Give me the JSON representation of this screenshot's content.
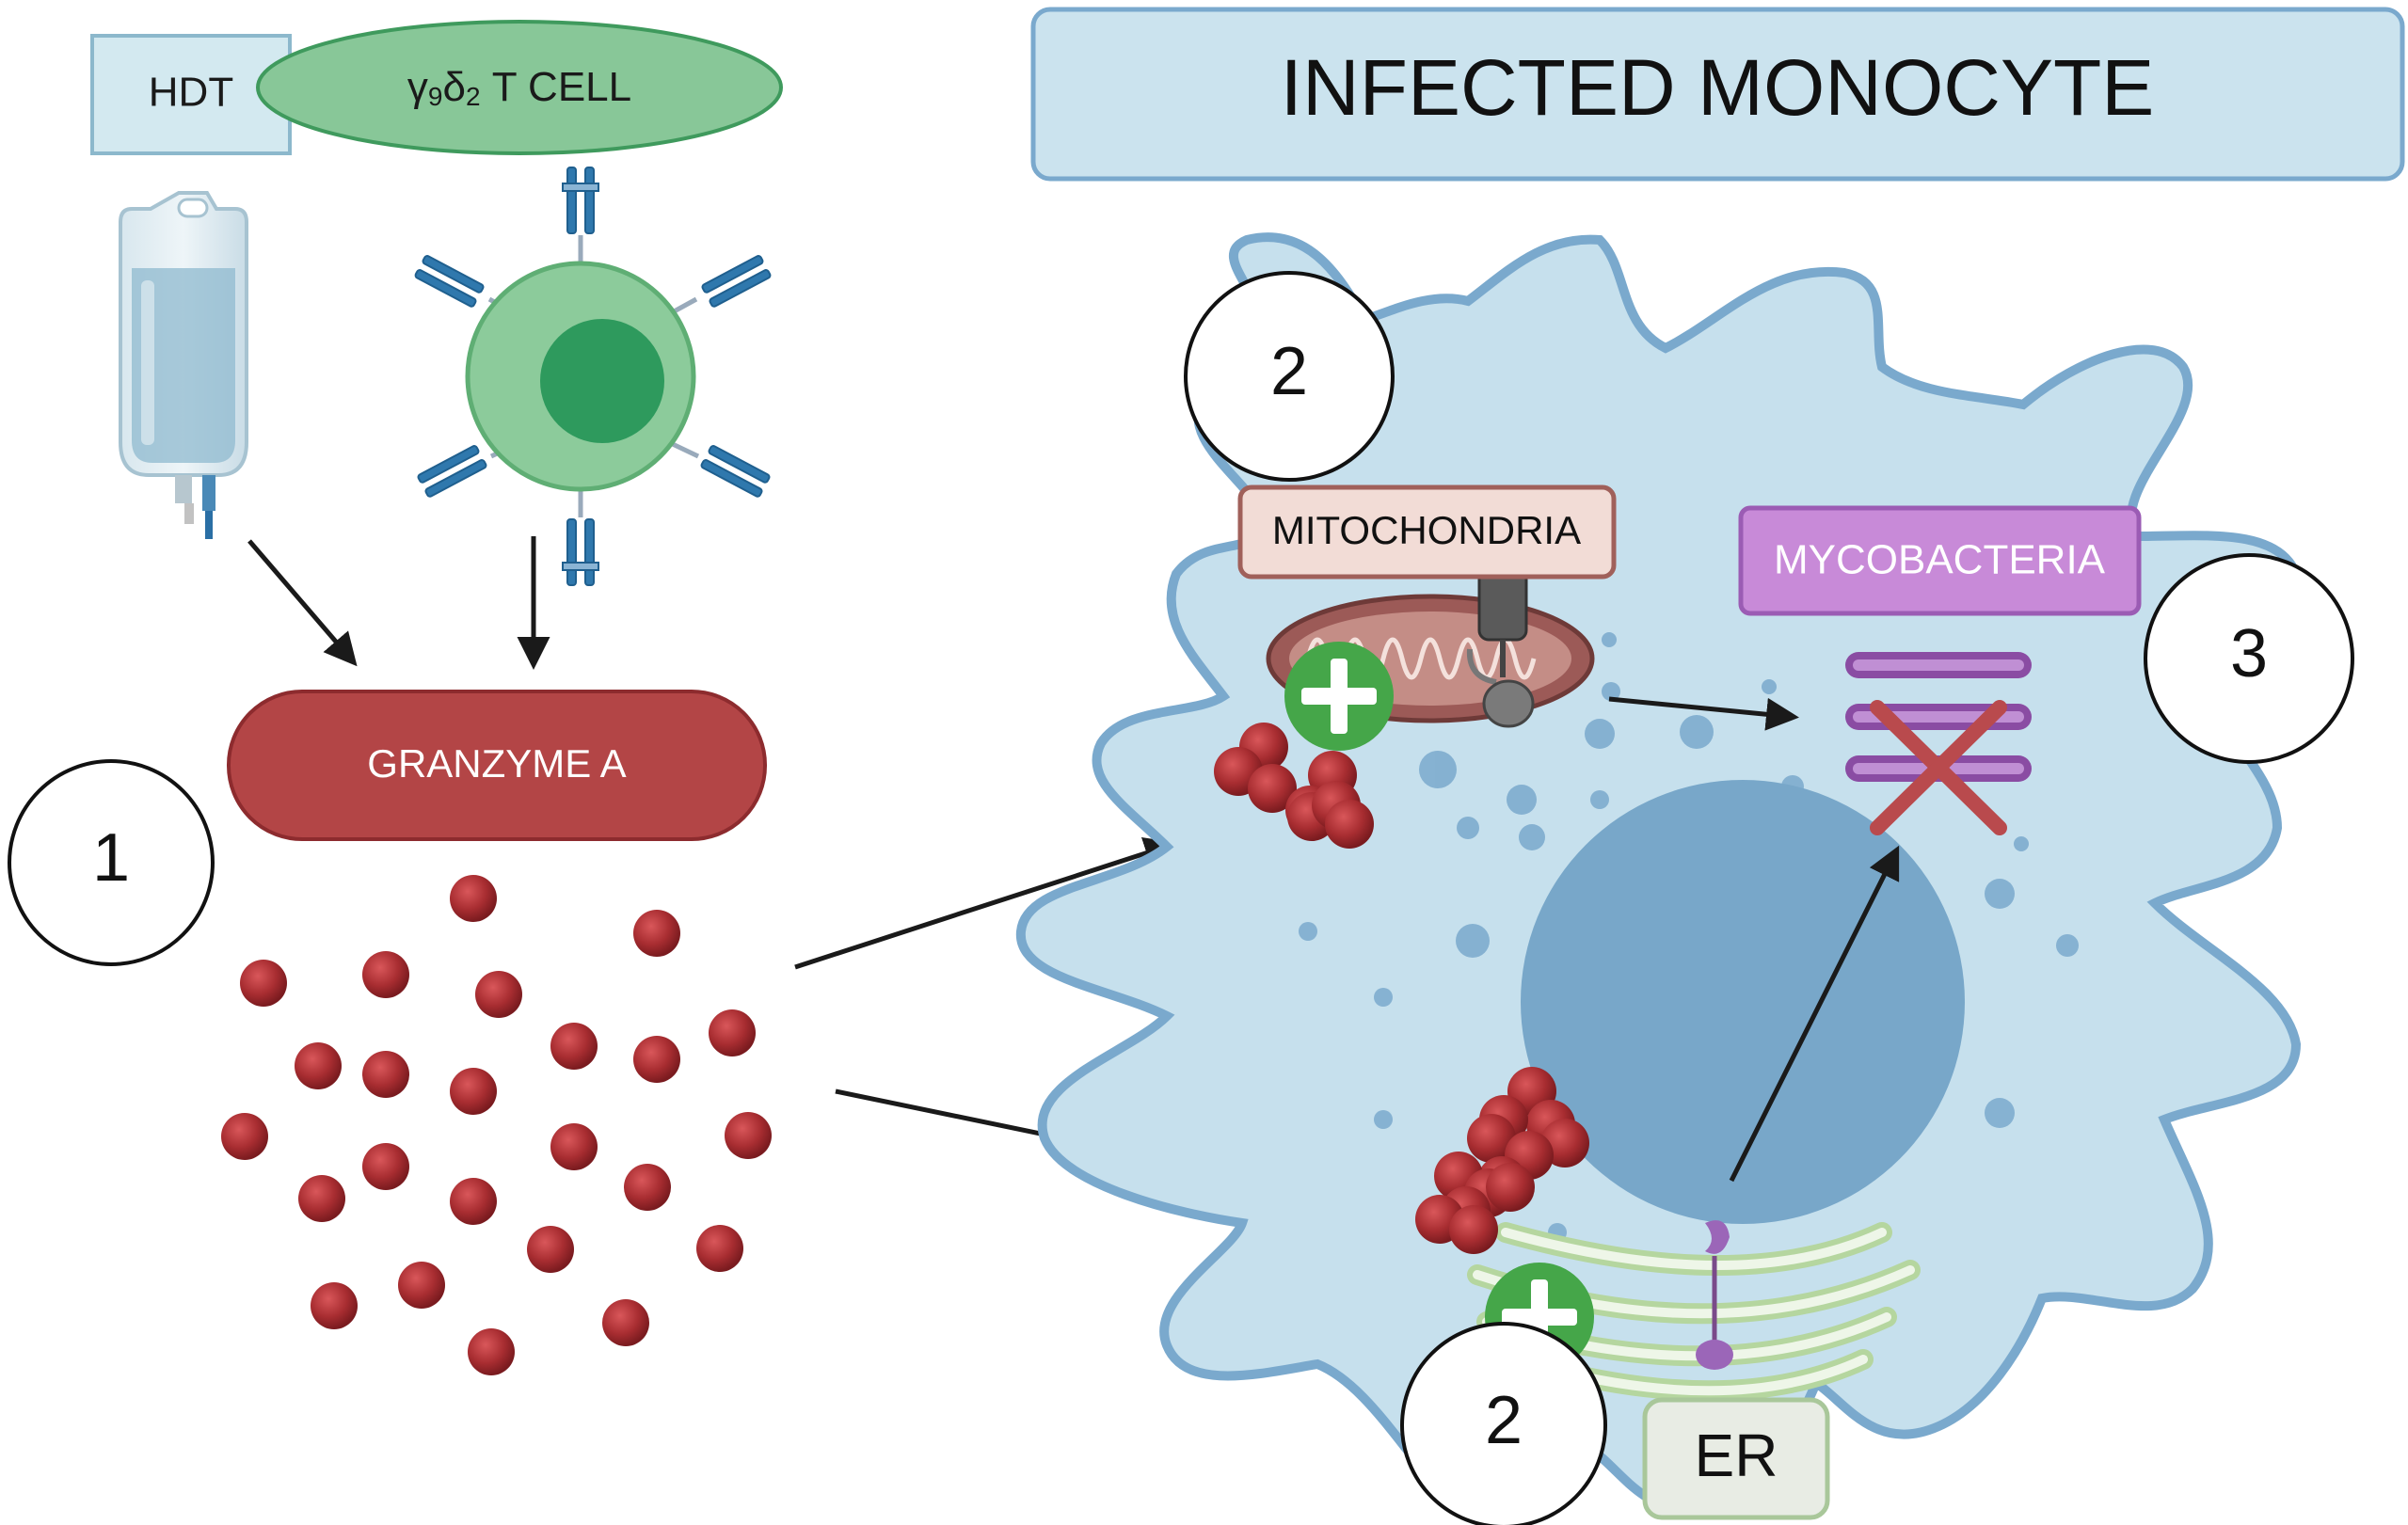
{
  "labels": {
    "hdt": "HDT",
    "t_cell_gamma": "γ",
    "t_cell_gamma_sub": "9",
    "t_cell_delta": "δ",
    "t_cell_delta_sub": "2",
    "t_cell_rest": " T CELL",
    "granzyme": "GRANZYME A",
    "infected_monocyte": "INFECTED MONOCYTE",
    "mitochondria": "MITOCHONDRIA",
    "mycobacteria": "MYCOBACTERIA",
    "er": "ER"
  },
  "steps": {
    "step_1": "1",
    "step_2_top": "2",
    "step_2_bottom": "2",
    "step_3": "3"
  },
  "colors": {
    "granzyme_fill": "#b34546",
    "t_cell_fill": "#86c797",
    "t_cell_nucleus": "#2e9a5d",
    "monocyte_fill": "#c6e0ed",
    "monocyte_stroke": "#7aa9cd",
    "monocyte_nucleus": "#78a7c9",
    "header_fill": "#cbe3ee",
    "mito_label_fill": "#f2dcd6",
    "myco_label_fill": "#c88ad8",
    "plus_green": "#45a649",
    "cross_red": "#b94a4d"
  }
}
